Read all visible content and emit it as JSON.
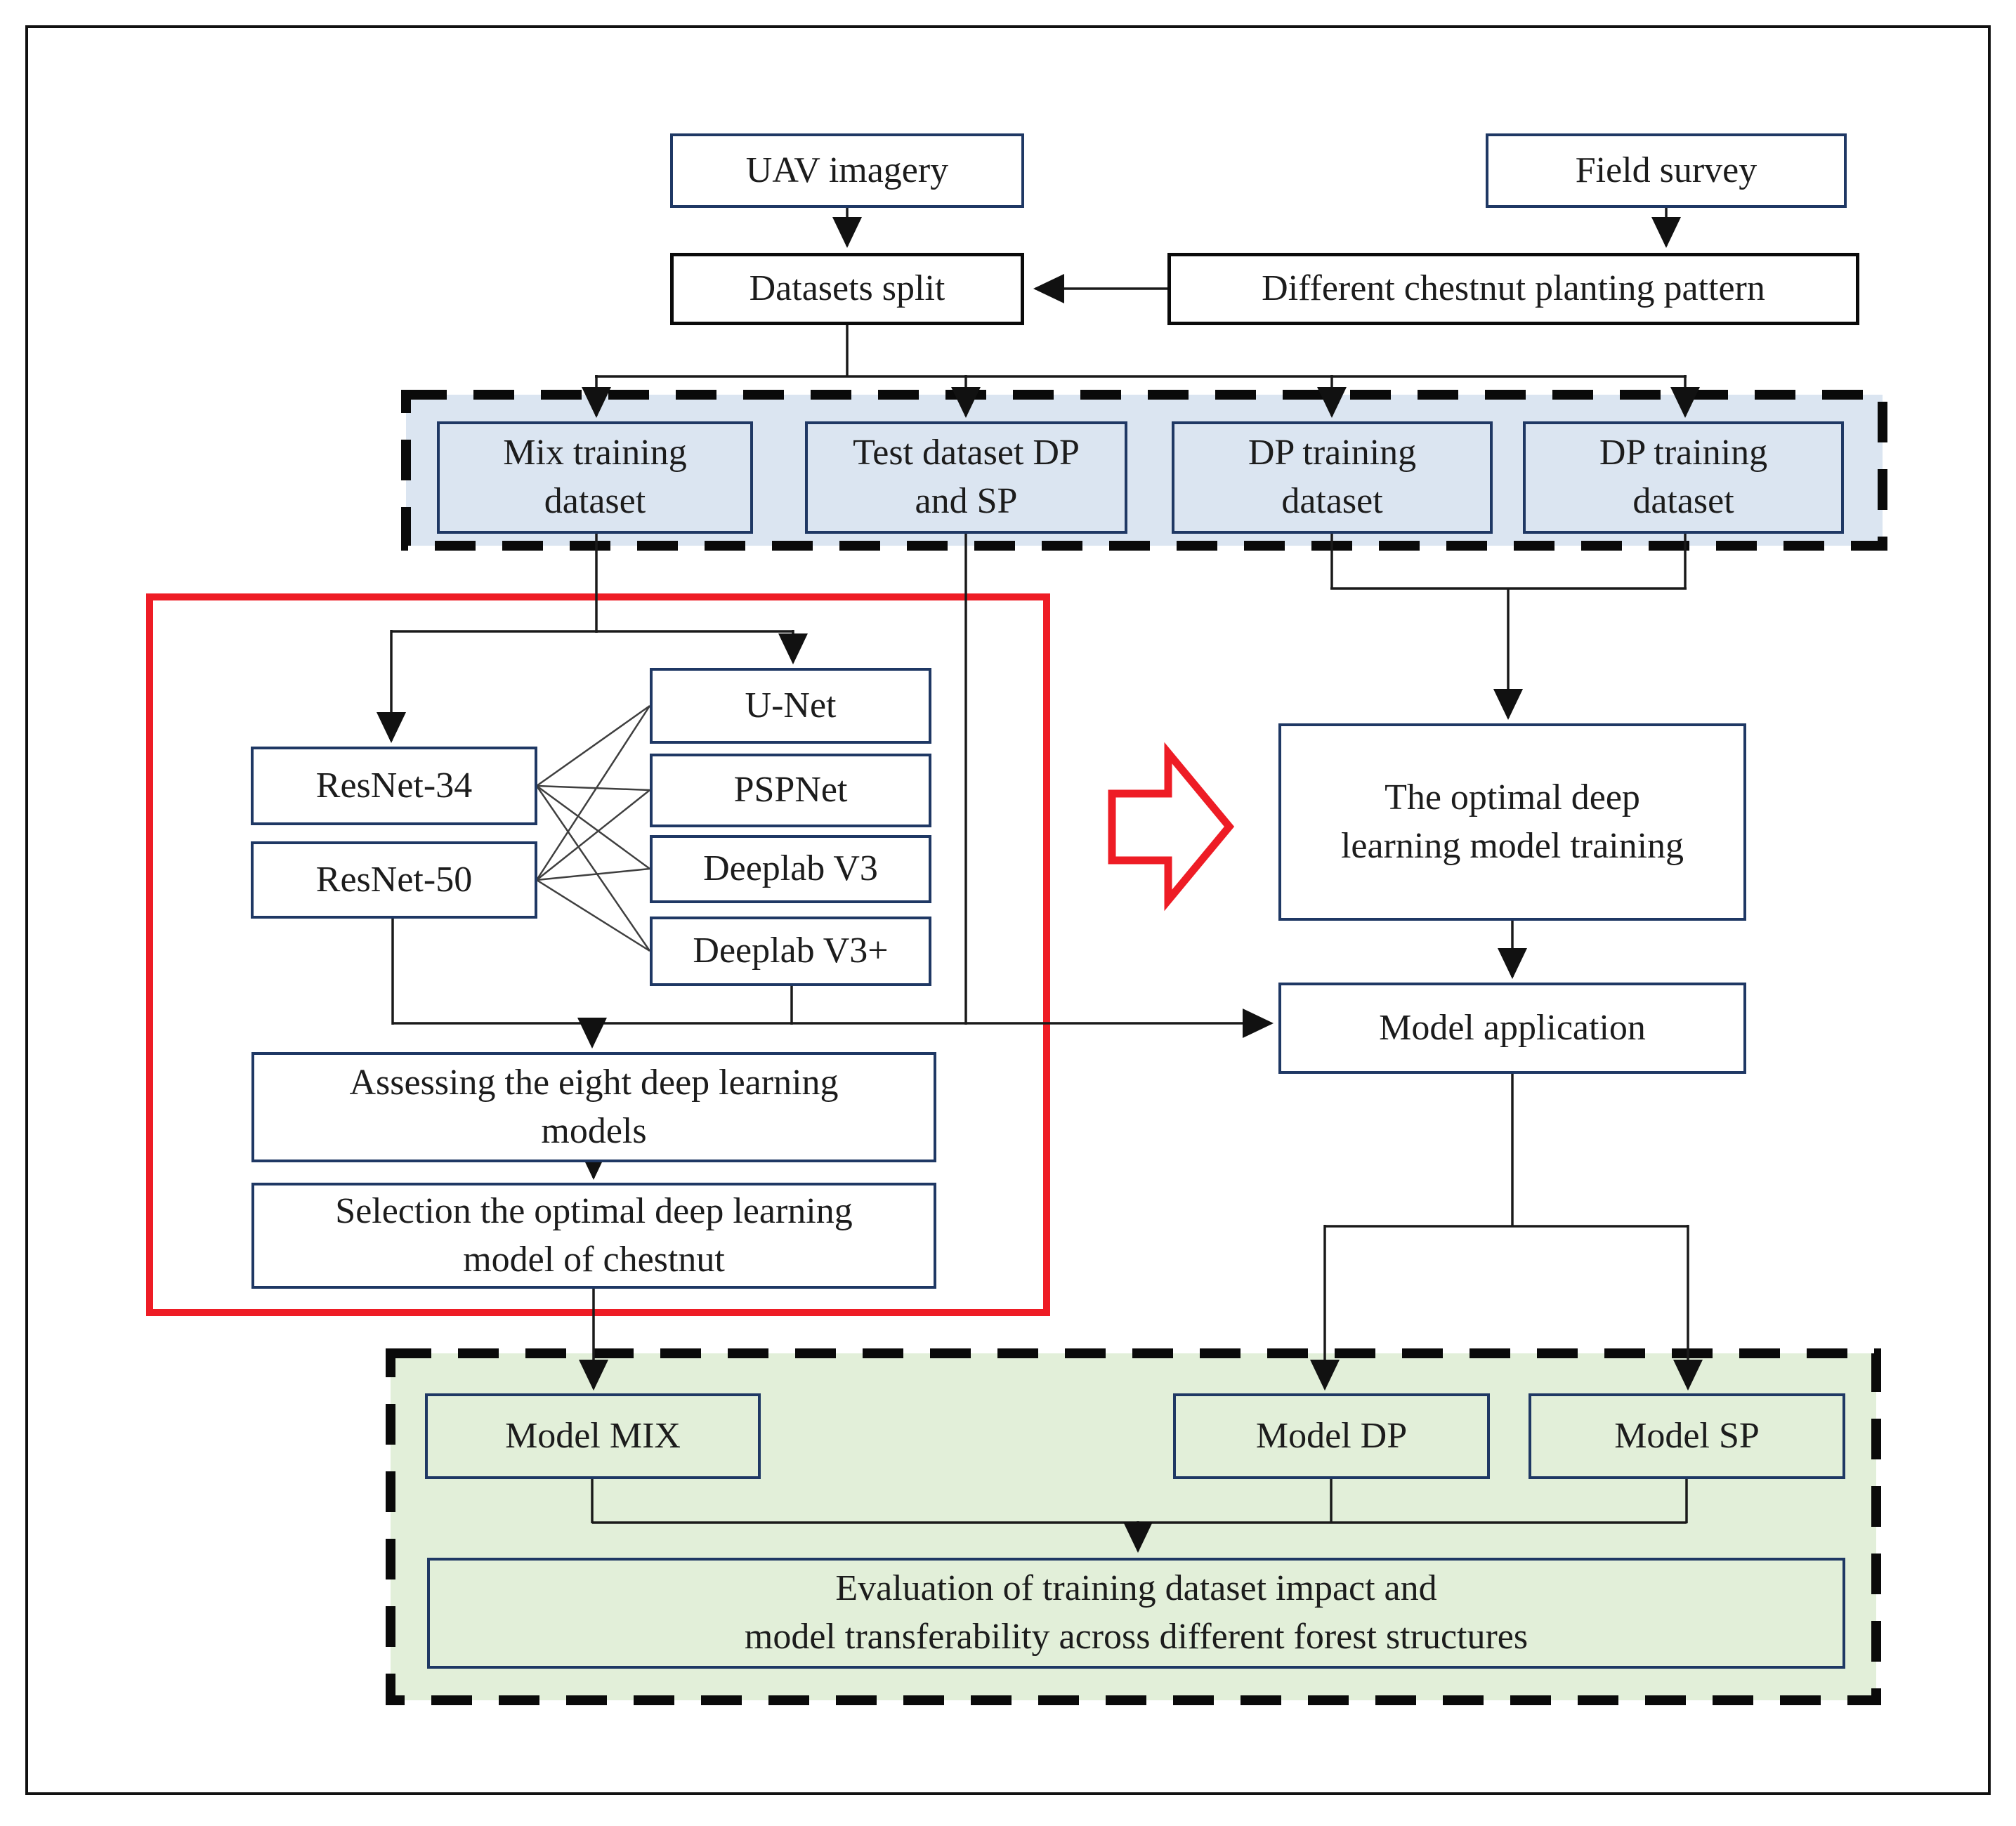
{
  "diagram": {
    "nodes": {
      "uav_imagery": {
        "label": "UAV imagery"
      },
      "field_survey": {
        "label": "Field survey"
      },
      "datasets_split": {
        "label": "Datasets split"
      },
      "planting_pattern": {
        "label": "Different chestnut planting pattern"
      },
      "mix_training": {
        "label": "Mix training\ndataset"
      },
      "test_dataset": {
        "label": "Test dataset DP\nand SP"
      },
      "dp_training_1": {
        "label": "DP training\ndataset"
      },
      "dp_training_2": {
        "label": "DP training\ndataset"
      },
      "resnet34": {
        "label": "ResNet-34"
      },
      "resnet50": {
        "label": "ResNet-50"
      },
      "unet": {
        "label": "U-Net"
      },
      "pspnet": {
        "label": "PSPNet"
      },
      "deeplab_v3": {
        "label": "Deeplab V3"
      },
      "deeplab_v3_plus": {
        "label": "Deeplab V3+"
      },
      "assessing": {
        "label": "Assessing the eight deep learning\nmodels"
      },
      "selection": {
        "label": "Selection the optimal deep learning\nmodel of chestnut"
      },
      "optimal_training": {
        "label": "The optimal deep\nlearning model training"
      },
      "model_application": {
        "label": "Model application"
      },
      "model_mix": {
        "label": "Model MIX"
      },
      "model_dp": {
        "label": "Model DP"
      },
      "model_sp": {
        "label": "Model SP"
      },
      "evaluation": {
        "label": "Evaluation of training dataset impact and\nmodel transferability across different forest structures"
      }
    },
    "colors": {
      "navy_border": "#1f3864",
      "line": "#1a1a1a",
      "light_blue_fill": "#dbe5f1",
      "light_green_fill": "#e2efd9",
      "red_accent": "#ee1c25"
    }
  }
}
